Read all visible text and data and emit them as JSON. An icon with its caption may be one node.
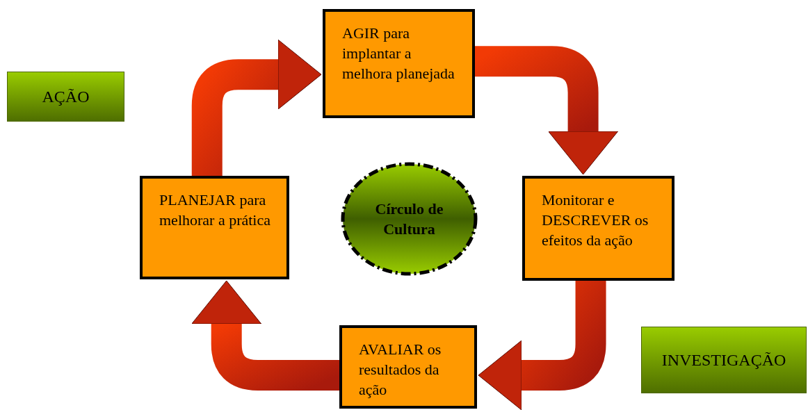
{
  "diagram": {
    "nodes": [
      {
        "text": [
          "AÇÃO"
        ]
      },
      {
        "text": [
          "AGIR para implantar a melhora planejada"
        ]
      },
      {
        "text": [
          "Monitorar e DESCREVER os efeitos da ação"
        ]
      },
      {
        "text": [
          "AVALIAR os resultados da ação"
        ]
      },
      {
        "text": [
          "PLANEJAR para melhorar a prática"
        ]
      },
      {
        "text": [
          "Círculo de Cultura"
        ]
      },
      {
        "text": [
          "INVESTIGAÇÃO"
        ]
      }
    ],
    "edges": [
      {
        "from": 4,
        "to": 1,
        "arrow": "to",
        "style": "thick"
      },
      {
        "from": 1,
        "to": 2,
        "arrow": "to",
        "style": "thick"
      },
      {
        "from": 2,
        "to": 3,
        "arrow": "to",
        "style": "thick"
      },
      {
        "from": 3,
        "to": 4,
        "arrow": "to",
        "style": "thick"
      }
    ]
  }
}
